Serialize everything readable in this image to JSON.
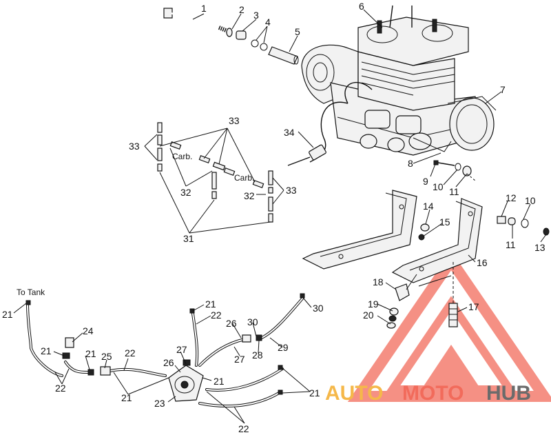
{
  "callouts": [
    {
      "id": "c1",
      "text": "1"
    },
    {
      "id": "c2",
      "text": "2"
    },
    {
      "id": "c3",
      "text": "3"
    },
    {
      "id": "c4",
      "text": "4"
    },
    {
      "id": "c5",
      "text": "5"
    },
    {
      "id": "c6",
      "text": "6"
    },
    {
      "id": "c7",
      "text": "7"
    },
    {
      "id": "c8",
      "text": "8"
    },
    {
      "id": "c9",
      "text": "9"
    },
    {
      "id": "c10a",
      "text": "10"
    },
    {
      "id": "c10b",
      "text": "10"
    },
    {
      "id": "c11a",
      "text": "11"
    },
    {
      "id": "c11b",
      "text": "11"
    },
    {
      "id": "c12",
      "text": "12"
    },
    {
      "id": "c13",
      "text": "13"
    },
    {
      "id": "c14",
      "text": "14"
    },
    {
      "id": "c15",
      "text": "15"
    },
    {
      "id": "c16",
      "text": "16"
    },
    {
      "id": "c17",
      "text": "17"
    },
    {
      "id": "c18",
      "text": "18"
    },
    {
      "id": "c19",
      "text": "19"
    },
    {
      "id": "c20",
      "text": "20"
    },
    {
      "id": "c21a",
      "text": "21"
    },
    {
      "id": "c21b",
      "text": "21"
    },
    {
      "id": "c21c",
      "text": "21"
    },
    {
      "id": "c21d",
      "text": "21"
    },
    {
      "id": "c21e",
      "text": "21"
    },
    {
      "id": "c21f",
      "text": "21"
    },
    {
      "id": "c21g",
      "text": "21"
    },
    {
      "id": "c22a",
      "text": "22"
    },
    {
      "id": "c22b",
      "text": "22"
    },
    {
      "id": "c22c",
      "text": "22"
    },
    {
      "id": "c22d",
      "text": "22"
    },
    {
      "id": "c23",
      "text": "23"
    },
    {
      "id": "c24",
      "text": "24"
    },
    {
      "id": "c25",
      "text": "25"
    },
    {
      "id": "c26a",
      "text": "26"
    },
    {
      "id": "c26b",
      "text": "26"
    },
    {
      "id": "c27a",
      "text": "27"
    },
    {
      "id": "c27b",
      "text": "27"
    },
    {
      "id": "c28",
      "text": "28"
    },
    {
      "id": "c29",
      "text": "29"
    },
    {
      "id": "c30a",
      "text": "30"
    },
    {
      "id": "c30b",
      "text": "30"
    },
    {
      "id": "c31",
      "text": "31"
    },
    {
      "id": "c32a",
      "text": "32"
    },
    {
      "id": "c32b",
      "text": "32"
    },
    {
      "id": "c33a",
      "text": "33"
    },
    {
      "id": "c33b",
      "text": "33"
    },
    {
      "id": "c33c",
      "text": "33"
    },
    {
      "id": "c34",
      "text": "34"
    }
  ],
  "notes": {
    "to_tank": "To Tank",
    "carb_left": "Carb.",
    "carb_right": "Carb."
  },
  "watermark": {
    "word_a": "AUTO",
    "word_b": "MOTO",
    "word_c": "HUB",
    "color_primary": "#f26b5b",
    "color_secondary": "#f5b84a",
    "color_dark": "#6b6b6b"
  }
}
